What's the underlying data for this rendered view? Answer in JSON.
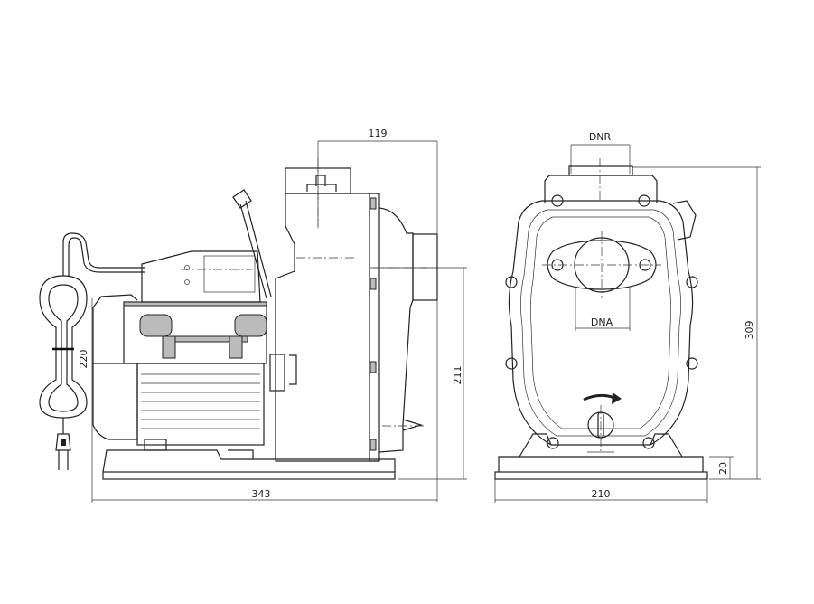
{
  "drawing": {
    "side_view": {
      "dim_top": "119",
      "dim_length": "343",
      "dim_shaft_height": "211",
      "dim_cable": "220"
    },
    "front_view": {
      "outlet_label": "DNR",
      "inlet_label": "DNA",
      "dim_height": "309",
      "dim_base": "20",
      "dim_width": "210"
    }
  }
}
